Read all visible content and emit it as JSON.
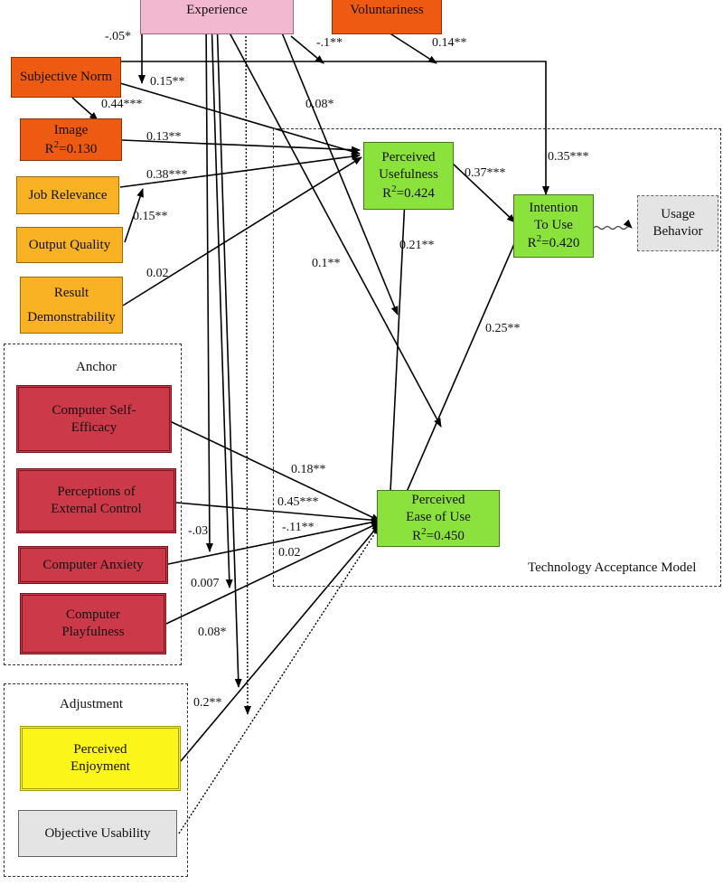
{
  "nodes": {
    "experience": "Experience",
    "voluntariness": "Voluntariness",
    "subjective_norm": "Subjective Norm",
    "image": {
      "title": "Image",
      "r2_prefix": "R",
      "r2_sup": "2",
      "r2_value": "=0.130"
    },
    "job_relevance": "Job Relevance",
    "output_quality": "Output Quality",
    "result_demonstrability": {
      "line1": "Result",
      "line2": "Demonstrability"
    },
    "perceived_usefulness": {
      "line1": "Perceived",
      "line2": "Usefulness",
      "r2_prefix": "R",
      "r2_sup": "2",
      "r2_value": "=0.424"
    },
    "intention_to_use": {
      "line1": "Intention",
      "line2": "To Use",
      "r2_prefix": "R",
      "r2_sup": "2",
      "r2_value": "=0.420"
    },
    "usage_behavior": {
      "line1": "Usage",
      "line2": "Behavior"
    },
    "perceived_ease_of_use": {
      "line1": "Perceived",
      "line2": "Ease of Use",
      "r2_prefix": "R",
      "r2_sup": "2",
      "r2_value": "=0.450"
    },
    "computer_self_efficacy": {
      "line1": "Computer Self-",
      "line2": "Efficacy"
    },
    "perceptions_external_control": {
      "line1": "Perceptions of",
      "line2": "External Control"
    },
    "computer_anxiety": "Computer Anxiety",
    "computer_playfulness": {
      "line1": "Computer",
      "line2": "Playfulness"
    },
    "perceived_enjoyment": {
      "line1": "Perceived",
      "line2": "Enjoyment"
    },
    "objective_usability": "Objective Usability"
  },
  "groups": {
    "anchor": "Anchor",
    "adjustment": "Adjustment",
    "tam": "Technology Acceptance Model"
  },
  "edge_labels": {
    "exp_sn": "-.05*",
    "exp_vol": "-.1**",
    "vol_itu": "0.14**",
    "sn_pu": "0.15**",
    "sn_img": "0.44***",
    "exp_pu": "0.08*",
    "img_pu": "0.13**",
    "itu_r2": "0.35***",
    "jr_pu": "0.38***",
    "pu_itu": "0.37***",
    "oq_jr": "0.15**",
    "peou_pu": "0.21**",
    "rd_pu": "0.02",
    "exp_peou_itu": "0.1**",
    "peou_itu": "0.25**",
    "cse_peou": "0.18**",
    "pec_peou": "0.45***",
    "ca_peou": "-.11**",
    "exp_ca": "-.03",
    "cp_peou": "0.02",
    "exp_cp": "0.007",
    "exp_pe": "0.08*",
    "pe_peou": "0.2**"
  }
}
